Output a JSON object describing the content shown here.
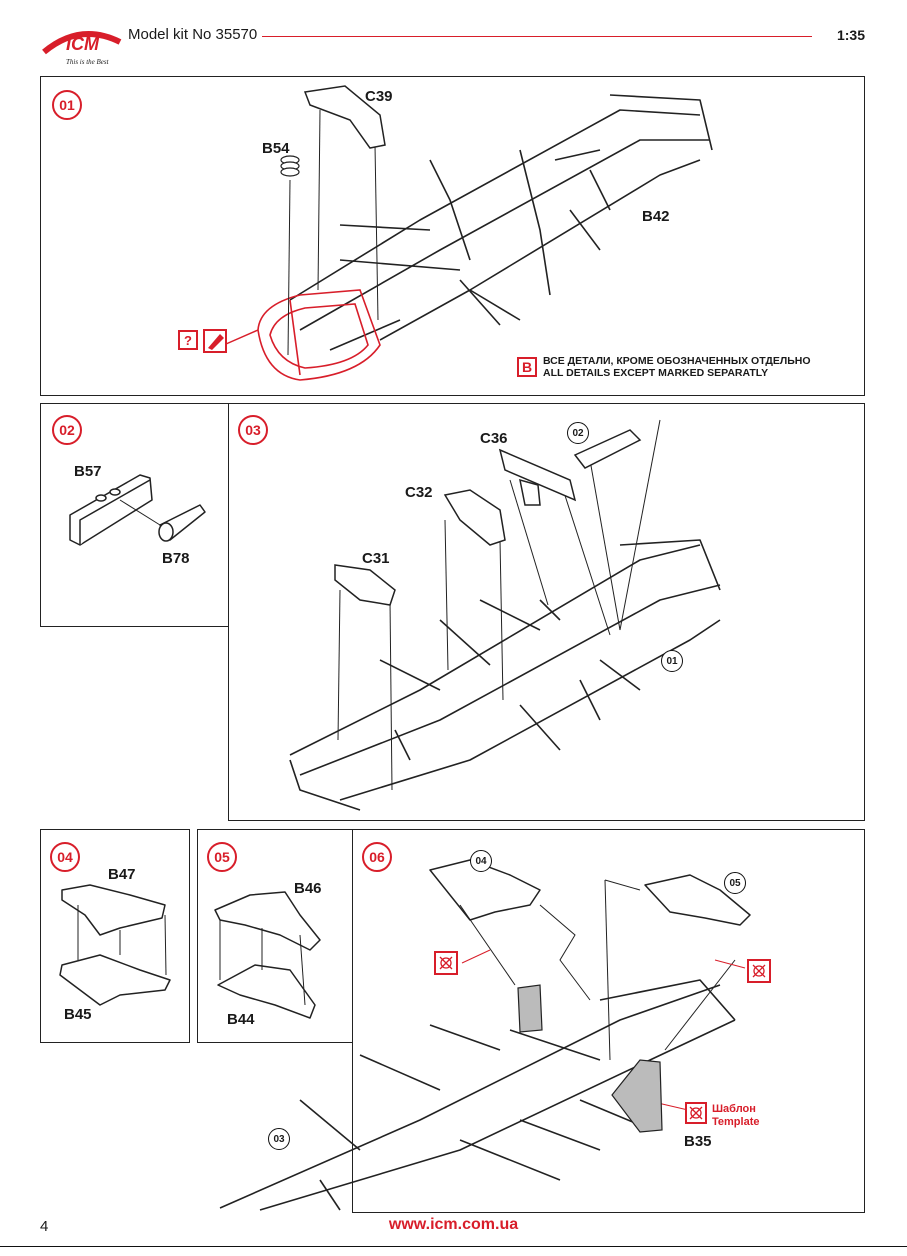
{
  "header": {
    "logo_text": "ICM",
    "logo_tagline": "This is the Best",
    "title": "Model kit No 35570",
    "scale": "1:35"
  },
  "steps": {
    "s01": {
      "number": "01",
      "parts": {
        "c39": "C39",
        "b54": "B54",
        "b42": "B42"
      }
    },
    "s02": {
      "number": "02",
      "parts": {
        "b57": "B57",
        "b78": "B78"
      }
    },
    "s03": {
      "number": "03",
      "parts": {
        "c36": "C36",
        "c32": "C32",
        "c31": "C31"
      },
      "refs": {
        "r02": "02",
        "r01": "01"
      }
    },
    "s04": {
      "number": "04",
      "parts": {
        "b47": "B47",
        "b45": "B45"
      }
    },
    "s05": {
      "number": "05",
      "parts": {
        "b46": "B46",
        "b44": "B44"
      }
    },
    "s06": {
      "number": "06",
      "parts": {
        "b35": "B35"
      },
      "refs": {
        "r04": "04",
        "r05": "05",
        "r03": "03"
      }
    }
  },
  "note": {
    "letter": "B",
    "line_ru": "ВСЕ ДЕТАЛИ, КРОМЕ ОБОЗНАЧЕННЫХ ОТДЕЛЬНО",
    "line_en": "ALL DETAILS EXCEPT MARKED SEPARATLY"
  },
  "icons": {
    "question": "?"
  },
  "template": {
    "ru": "Шаблон",
    "en": "Template"
  },
  "footer": {
    "page": "4",
    "url": "www.icm.com.ua"
  },
  "colors": {
    "accent": "#d81e2a",
    "line": "#222222"
  }
}
